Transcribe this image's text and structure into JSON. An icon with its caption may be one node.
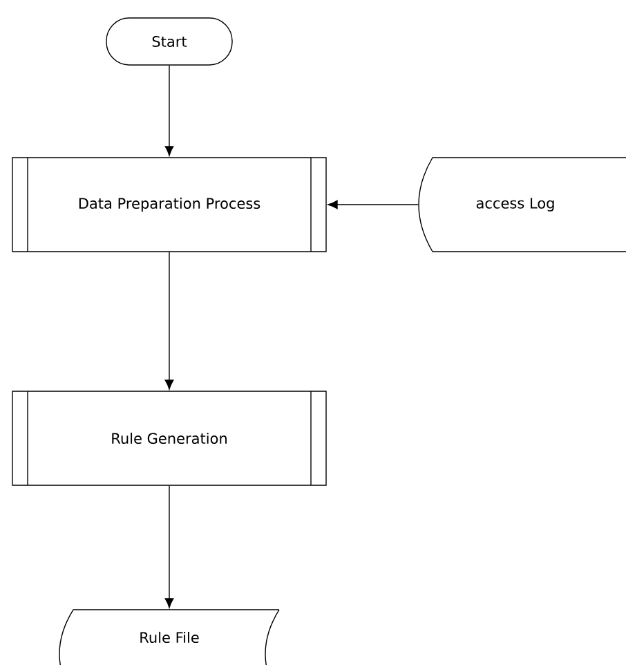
{
  "diagram": {
    "nodes": [
      {
        "text": [
          "Start"
        ]
      },
      {
        "text": [
          "Data Preparation Process"
        ]
      },
      {
        "text": [
          "access Log"
        ]
      },
      {
        "text": [
          "Rule Generation"
        ]
      },
      {
        "text": [
          "Rule File"
        ]
      }
    ],
    "edges": [
      {
        "from": 0,
        "to": 1,
        "arrow": "to"
      },
      {
        "from": 2,
        "to": 1,
        "arrow": "to"
      },
      {
        "from": 1,
        "to": 3,
        "arrow": "to"
      },
      {
        "from": 3,
        "to": 4,
        "arrow": "to"
      }
    ]
  }
}
